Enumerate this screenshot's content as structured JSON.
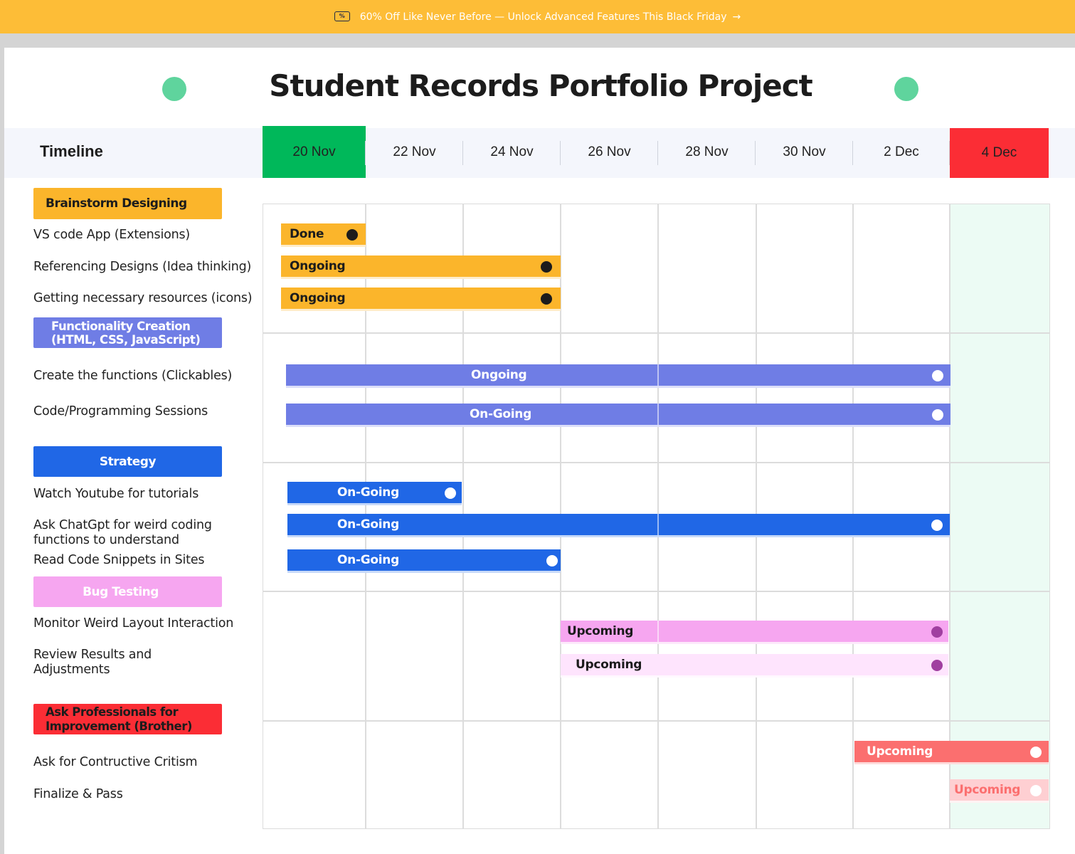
{
  "promo": {
    "icon": "discount-tag-icon",
    "icon_glyph": "%",
    "text": "60% Off Like Never Before — Unlock Advanced Features This Black Friday",
    "arrow": "→"
  },
  "title": "Student Records Portfolio Project",
  "timeline_label": "Timeline",
  "dates": [
    "20 Nov",
    "22 Nov",
    "24 Nov",
    "26 Nov",
    "28 Nov",
    "30 Nov",
    "2 Dec",
    "4 Dec"
  ],
  "colors": {
    "banner": "#fdbd37",
    "start_date": "#00b85a",
    "end_date": "#fb2d35",
    "yellow": "#fbb52b",
    "purple": "#6f7de5",
    "blue": "#2067e6",
    "pink": "#f6a6f0",
    "pink_light": "#fee4fd",
    "red": "#fb2d35",
    "coral": "#fb6f6f",
    "coral_light": "#fecfd2",
    "deco_dots": "#5fd49d"
  },
  "categories": [
    {
      "label_line1": "Brainstorm Designing",
      "label_line2": ""
    },
    {
      "label_line1": "Functionality Creation",
      "label_line2": "(HTML, CSS, JavaScript)"
    },
    {
      "label_line1": "Strategy",
      "label_line2": ""
    },
    {
      "label_line1": "Bug Testing",
      "label_line2": ""
    },
    {
      "label_line1": "Ask Professionals for",
      "label_line2": "Improvement (Brother)"
    }
  ],
  "tasks": [
    {
      "label": "VS code App (Extensions)",
      "label2": "",
      "status": "Done"
    },
    {
      "label": "Referencing Designs (Idea thinking)",
      "label2": "",
      "status": "Ongoing"
    },
    {
      "label": "Getting necessary resources (icons)",
      "label2": "",
      "status": "Ongoing"
    },
    {
      "label": "Create the functions (Clickables)",
      "label2": "",
      "status": "Ongoing"
    },
    {
      "label": "Code/Programming Sessions",
      "label2": "",
      "status": "On-Going"
    },
    {
      "label": "Watch Youtube for tutorials",
      "label2": "",
      "status": "On-Going"
    },
    {
      "label": "Ask ChatGpt for weird coding",
      "label2": "functions to understand",
      "status": "On-Going"
    },
    {
      "label": "Read Code Snippets in Sites",
      "label2": "",
      "status": "On-Going"
    },
    {
      "label": "Monitor Weird Layout Interaction",
      "label2": "",
      "status": "Upcoming"
    },
    {
      "label": "Review Results and",
      "label2": "Adjustments",
      "status": "Upcoming"
    },
    {
      "label": "Ask for Contructive Critism",
      "label2": "",
      "status": "Upcoming"
    },
    {
      "label": "Finalize & Pass",
      "label2": "",
      "status": "Upcoming"
    }
  ]
}
